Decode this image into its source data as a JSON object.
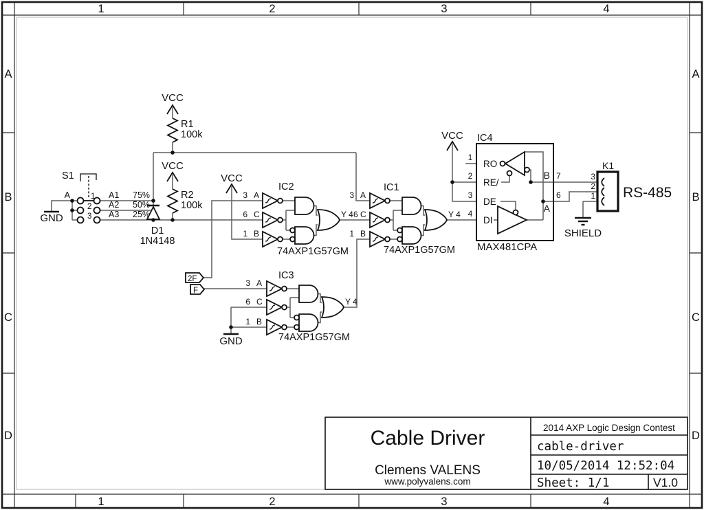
{
  "border": {
    "cols": [
      "1",
      "2",
      "3",
      "4"
    ],
    "rows": [
      "A",
      "B",
      "C",
      "D"
    ]
  },
  "power": {
    "vcc": "VCC",
    "gnd": "GND"
  },
  "s1": {
    "ref": "S1",
    "common": "A",
    "positions": [
      "1",
      "2",
      "3"
    ],
    "nets": [
      {
        "name": "A1",
        "duty": "75%"
      },
      {
        "name": "A2",
        "duty": "50%"
      },
      {
        "name": "A3",
        "duty": "25%"
      }
    ]
  },
  "r1": {
    "ref": "R1",
    "value": "100k"
  },
  "r2": {
    "ref": "R2",
    "value": "100k"
  },
  "d1": {
    "ref": "D1",
    "value": "1N4148"
  },
  "flags": {
    "f2": "2F",
    "f": "F"
  },
  "gate": {
    "part": "74AXP1G57GM",
    "a_num": "3",
    "a": "A",
    "c_num": "6",
    "c": "C",
    "b_num": "1",
    "b": "B",
    "y": "Y 4"
  },
  "ics": {
    "ic1": "IC1",
    "ic2": "IC2",
    "ic3": "IC3"
  },
  "ic4": {
    "ref": "IC4",
    "part": "MAX481CPA",
    "pin1": "1",
    "ro": "RO",
    "pin2": "2",
    "re": "RE/",
    "pin3": "3",
    "de": "DE",
    "pin4": "4",
    "di": "DI",
    "pin7": "7",
    "b": "B",
    "pin6": "6",
    "a": "A"
  },
  "k1": {
    "ref": "K1",
    "pin3": "3",
    "pin2": "2",
    "pin1": "1",
    "bus_label": "RS-485",
    "shield": "SHIELD"
  },
  "title_block": {
    "title": "Cable Driver",
    "author": "Clemens VALENS",
    "website": "www.polyvalens.com",
    "contest": "2014 AXP Logic Design Contest",
    "file": "cable-driver",
    "datetime": "10/05/2014 12:52:04",
    "sheet": "Sheet: 1/1",
    "version": "V1.0"
  }
}
